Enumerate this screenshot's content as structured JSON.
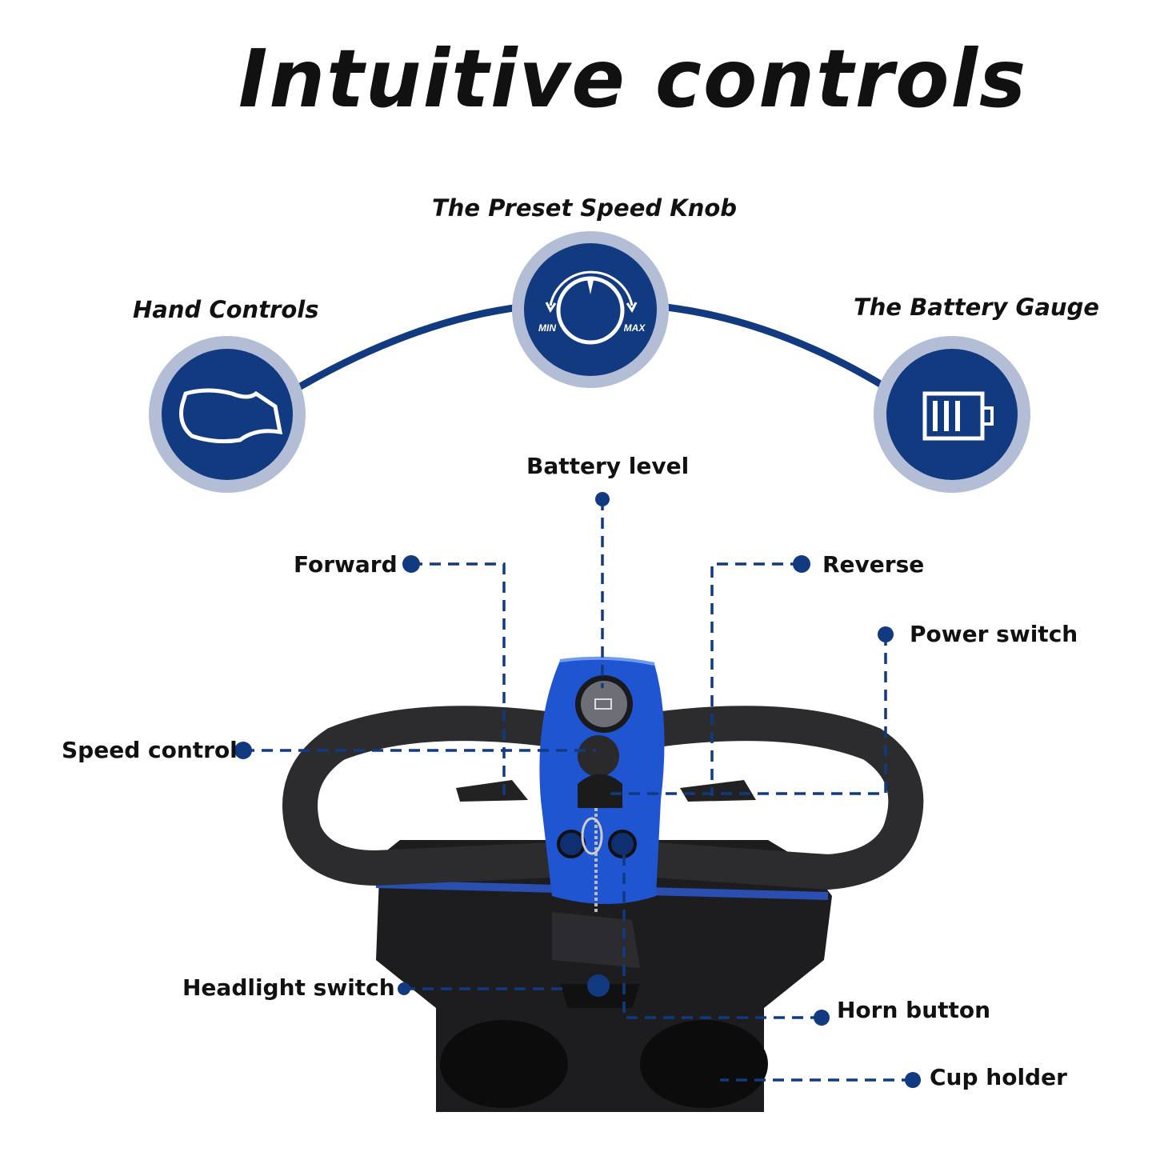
{
  "title": "Intuitive controls",
  "features": {
    "hand_controls": "Hand Controls",
    "speed_knob": "The Preset Speed Knob",
    "battery_gauge": "The Battery Gauge",
    "knob_min": "MIN",
    "knob_max": "MAX"
  },
  "callouts": {
    "battery_level": "Battery level",
    "forward": "Forward",
    "reverse": "Reverse",
    "power_switch": "Power switch",
    "speed_control": "Speed control",
    "headlight_switch": "Headlight switch",
    "horn_button": "Horn button",
    "cup_holder": "Cup holder"
  },
  "colors": {
    "navy": "#123a80",
    "ring": "#b3bed6",
    "scooter_blue": "#1f55d0"
  }
}
